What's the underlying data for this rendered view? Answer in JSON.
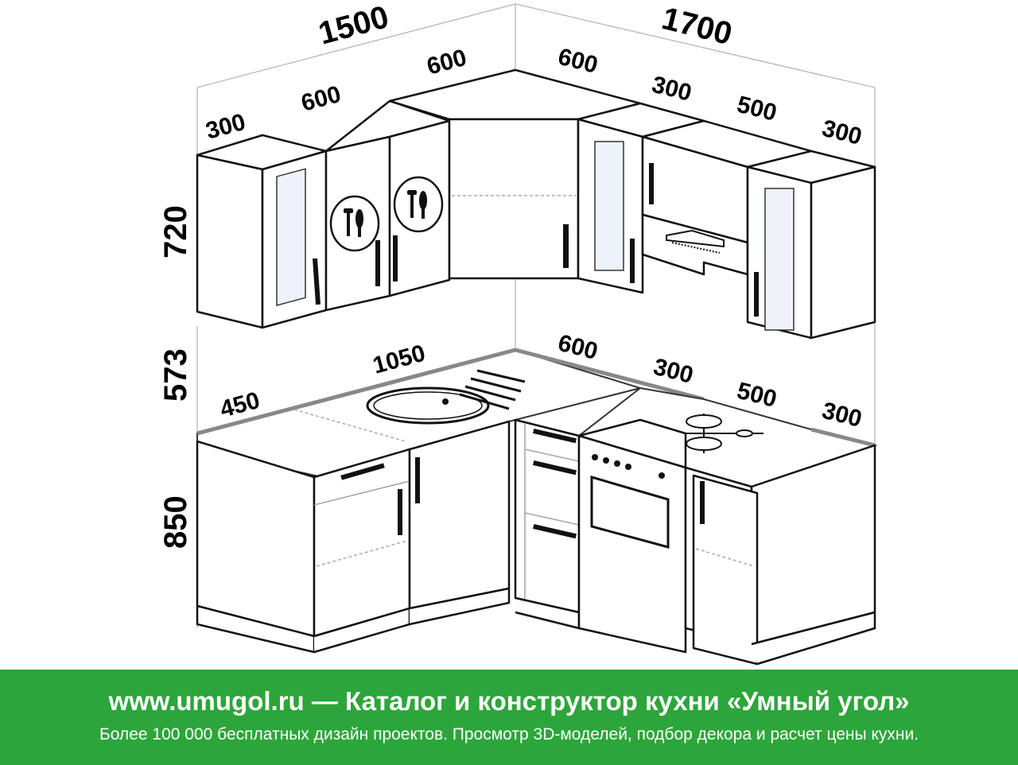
{
  "dimensions": {
    "total_left": "1500",
    "total_right": "1700",
    "upper_left_1": "300",
    "upper_left_2": "600",
    "upper_corner_left": "600",
    "upper_corner_right": "600",
    "upper_right_1": "300",
    "upper_right_2": "500",
    "upper_right_3": "300",
    "height_upper": "720",
    "height_gap": "573",
    "height_lower": "850",
    "lower_left_1": "450",
    "lower_left_2": "1050",
    "lower_right_1": "600",
    "lower_right_2": "300",
    "lower_right_3": "500",
    "lower_right_4": "300"
  },
  "banner": {
    "title": "www.umugol.ru — Каталог и конструктор кухни «Умный угол»",
    "subtitle": "Более 100 000 бесплатных дизайн проектов. Просмотр 3D-моделей, подбор декора и расчет цены кухни."
  },
  "colors": {
    "banner_bg": "#2ca63a",
    "banner_text": "#ffffff"
  }
}
